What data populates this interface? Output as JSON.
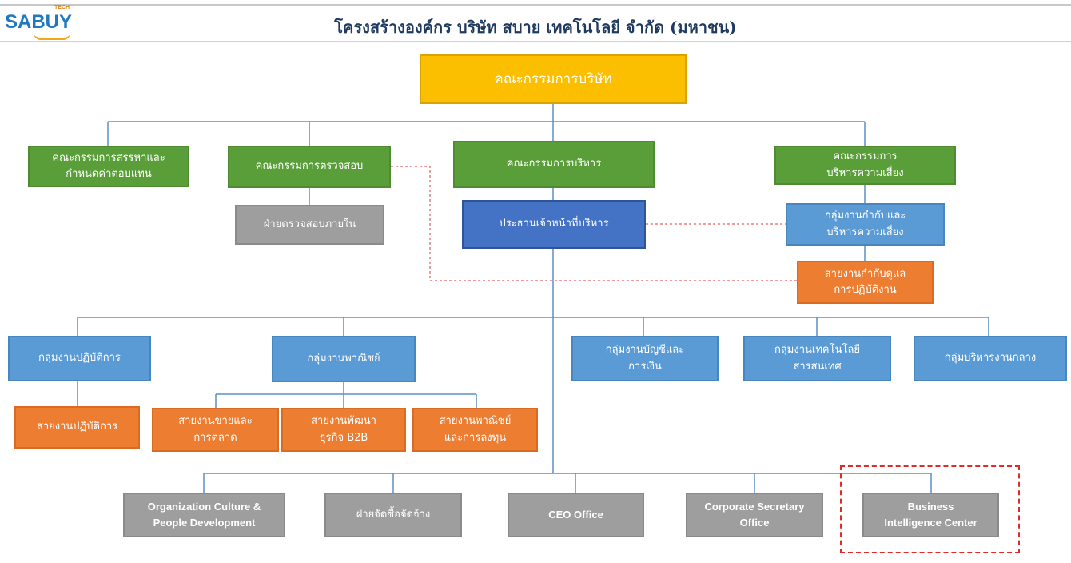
{
  "header": {
    "logo_text": "SABUY",
    "logo_tech": "TECH",
    "title": "โครงสร้างองค์กร บริษัท สบาย เทคโนโลยี จำกัด (มหาชน)"
  },
  "colors": {
    "board": "#fbbf00",
    "committee": "#5a9e3a",
    "executive": "#4472c4",
    "group": "#5b9bd5",
    "division": "#ed7d31",
    "support": "#9e9e9e",
    "highlight_dash": "#e22a2a"
  },
  "nodes": {
    "board": "คณะกรรมการบริษัท",
    "nomination_committee": "คณะกรรมการสรรหาและ\nกำหนดค่าตอบแทน",
    "audit_committee": "คณะกรรมการตรวจสอบ",
    "executive_committee": "คณะกรรมการบริหาร",
    "risk_committee": "คณะกรรมการ\nบริหารความเสี่ยง",
    "internal_audit": "ฝ่ายตรวจสอบภายใน",
    "ceo": "ประธานเจ้าหน้าที่บริหาร",
    "compliance_risk_group": "กลุ่มงานกำกับและ\nบริหารความเสี่ยง",
    "compliance_division": "สายงานกำกับดูแล\nการปฏิบัติงาน",
    "operations_group": "กลุ่มงานปฏิบัติการ",
    "commercial_group": "กลุ่มงานพาณิชย์",
    "accounting_group": "กลุ่มงานบัญชีและ\nการเงิน",
    "it_group": "กลุ่มงานเทคโนโลยี\nสารสนเทศ",
    "central_admin_group": "กลุ่มบริหารงานกลาง",
    "operations_division": "สายงานปฏิบัติการ",
    "sales_marketing": "สายงานขายและ\nการตลาด",
    "b2b_development": "สายงานพัฒนา\nธุรกิจ B2B",
    "commerce_investment": "สายงานพาณิชย์\nและการลงทุน",
    "org_culture": "Organization Culture &\nPeople Development",
    "procurement": "ฝ่ายจัดซื้อจัดจ้าง",
    "ceo_office": "CEO Office",
    "corporate_secretary": "Corporate Secretary\nOffice",
    "business_intelligence": "Business\nIntelligence Center"
  }
}
